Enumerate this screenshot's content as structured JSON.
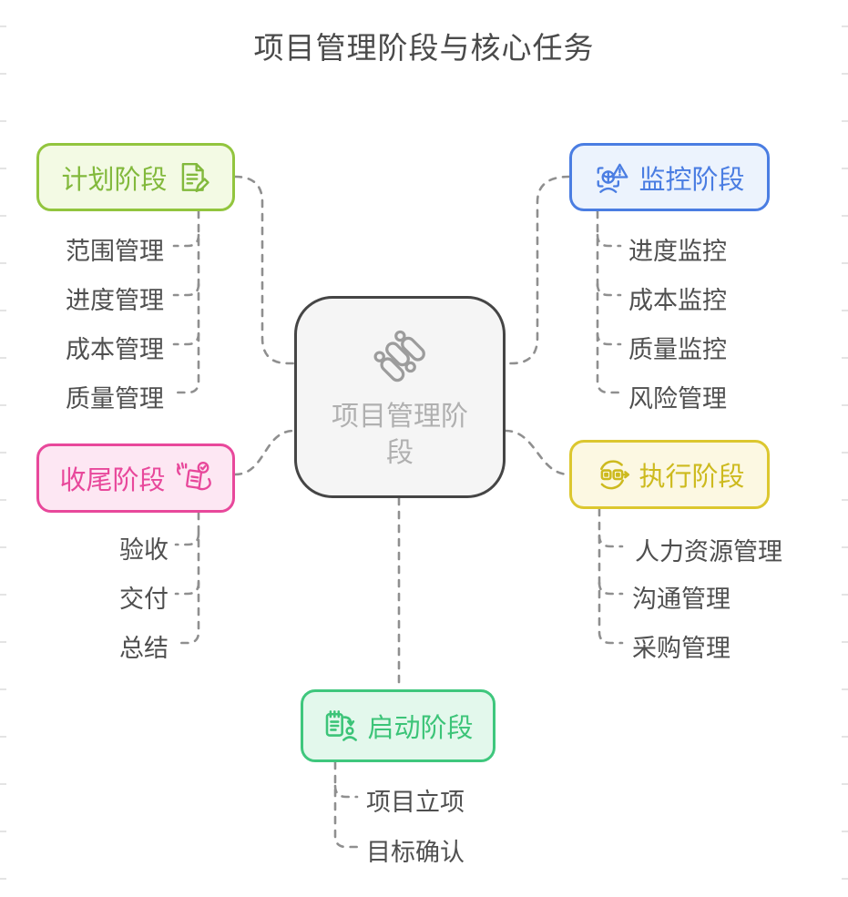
{
  "title": "项目管理阶段与核心任务",
  "center": {
    "label": "项目管理阶段",
    "icon": "capsules-logo-icon"
  },
  "phases": [
    {
      "id": "plan",
      "label": "计划阶段",
      "icon": "document-pencil-icon",
      "color": "#92C53E",
      "text_color": "#82B93C",
      "bg": "#F3FAE4",
      "items": [
        "范围管理",
        "进度管理",
        "成本管理",
        "质量管理"
      ]
    },
    {
      "id": "monitor",
      "label": "监控阶段",
      "icon": "monitor-alert-icon",
      "color": "#4A7DE2",
      "text_color": "#4A7DE2",
      "bg": "#ECF3FD",
      "items": [
        "进度监控",
        "成本监控",
        "质量监控",
        "风险管理"
      ]
    },
    {
      "id": "closing",
      "label": "收尾阶段",
      "icon": "handover-check-icon",
      "color": "#E8489B",
      "text_color": "#E8489B",
      "bg": "#FDE7F3",
      "items": [
        "验收",
        "交付",
        "总结"
      ]
    },
    {
      "id": "execution",
      "label": "执行阶段",
      "icon": "process-flow-icon",
      "color": "#DCC72F",
      "text_color": "#CDBA1E",
      "bg": "#FCF8E2",
      "items": [
        "人力资源管理",
        "沟通管理",
        "采购管理"
      ]
    },
    {
      "id": "initiation",
      "label": "启动阶段",
      "icon": "clipboard-person-icon",
      "color": "#3FC77D",
      "text_color": "#3CC478",
      "bg": "#E3F8EC",
      "items": [
        "项目立项",
        "目标确认"
      ]
    }
  ],
  "colors": {
    "connector": "#8F8F8F",
    "item_text": "#4F4F4F",
    "title_text": "#4A4A4A",
    "center_border": "#454545",
    "center_bg": "#F5F5F5",
    "center_text": "#B0B0B0",
    "center_icon": "#9C9C9C"
  }
}
